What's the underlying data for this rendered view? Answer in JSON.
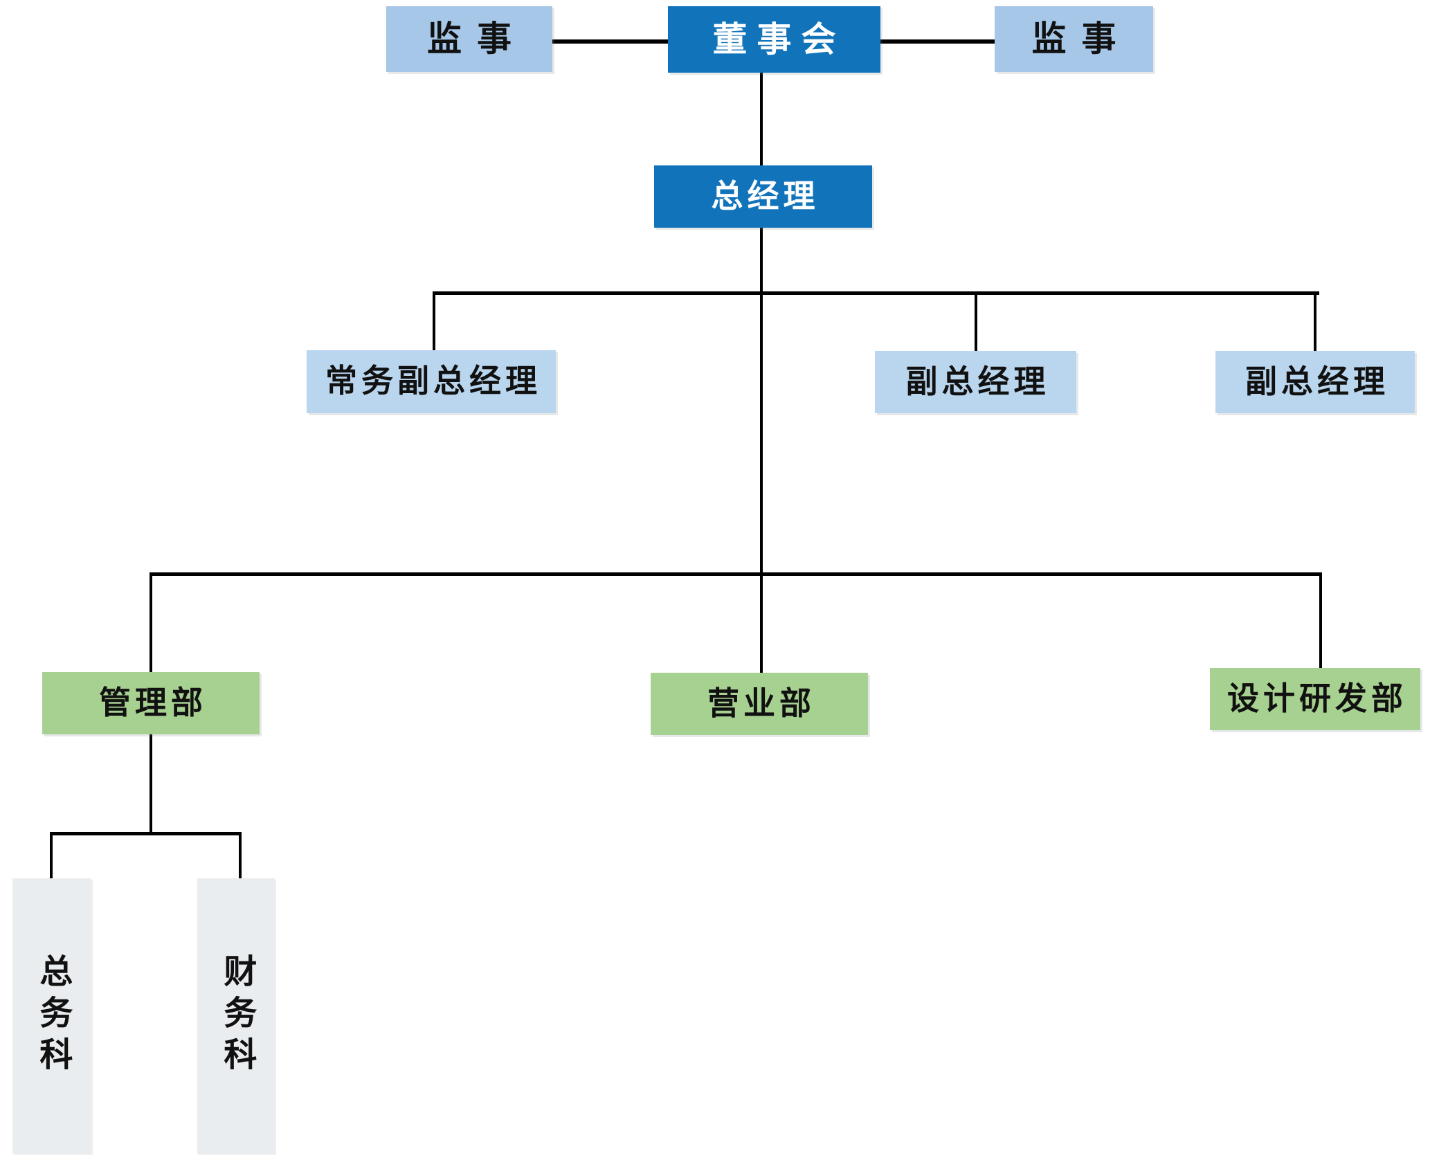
{
  "diagram": {
    "type": "org-chart",
    "title": "",
    "nodes": {
      "supervisor_left": {
        "label": "监事",
        "level": "top",
        "style": "light-blue-top"
      },
      "board": {
        "label": "董事会",
        "level": "top",
        "style": "dark-blue"
      },
      "supervisor_right": {
        "label": "监事",
        "level": "top",
        "style": "light-blue-top"
      },
      "general_manager": {
        "label": "总经理",
        "level": "1",
        "style": "dark-blue"
      },
      "executive_deputy_gm": {
        "label": "常务副总经理",
        "level": "2",
        "style": "light-blue"
      },
      "deputy_gm_1": {
        "label": "副总经理",
        "level": "2",
        "style": "light-blue"
      },
      "deputy_gm_2": {
        "label": "副总经理",
        "level": "2",
        "style": "light-blue"
      },
      "management_dept": {
        "label": "管理部",
        "level": "3",
        "style": "green"
      },
      "sales_dept": {
        "label": "营业部",
        "level": "3",
        "style": "green"
      },
      "design_rd_dept": {
        "label": "设计研发部",
        "level": "3",
        "style": "green"
      },
      "general_affairs_section": {
        "label": "总务科",
        "level": "4",
        "style": "gray-vertical"
      },
      "finance_section": {
        "label": "财务科",
        "level": "4",
        "style": "gray-vertical"
      }
    },
    "edges": [
      {
        "from": "board",
        "to": "supervisor_left"
      },
      {
        "from": "board",
        "to": "supervisor_right"
      },
      {
        "from": "board",
        "to": "general_manager"
      },
      {
        "from": "general_manager",
        "to": "executive_deputy_gm"
      },
      {
        "from": "general_manager",
        "to": "deputy_gm_1"
      },
      {
        "from": "general_manager",
        "to": "deputy_gm_2"
      },
      {
        "from": "general_manager",
        "to": "management_dept"
      },
      {
        "from": "general_manager",
        "to": "sales_dept"
      },
      {
        "from": "general_manager",
        "to": "design_rd_dept"
      },
      {
        "from": "management_dept",
        "to": "general_affairs_section"
      },
      {
        "from": "management_dept",
        "to": "finance_section"
      }
    ],
    "colors": {
      "dark_blue": "#1173b9",
      "light_blue_top": "#a6c7e7",
      "light_blue": "#bad6ee",
      "green": "#a7d190",
      "gray": "#eaedef",
      "connector": "#000000",
      "text_dark": "#111111",
      "text_light": "#ffffff",
      "background": "#ffffff"
    }
  }
}
